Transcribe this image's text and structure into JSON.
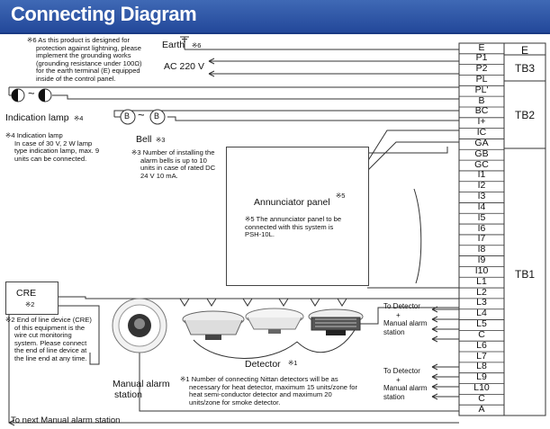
{
  "title": "Connecting Diagram",
  "notes": {
    "note6": [
      "※6  As this product is designed for",
      "protection against lightning, please",
      "implement the grounding works",
      "(grounding resistance under 100Ω)",
      "for the earth terminal (E) equipped",
      "inside of the control panel."
    ],
    "note4": [
      "※4  Indication lamp",
      "In case of 30 V, 2 W lamp",
      "type indication lamp, max. 9",
      "units can be connected."
    ],
    "note3": [
      "※3  Number of installing the",
      "alarm bells is up to 10",
      "units in case of rated DC",
      "24 V 10 mA."
    ],
    "note5": [
      "※5  The annunciator panel to be",
      "connected with this system is",
      "PSH-10L."
    ],
    "note2": [
      "※2  End of line device (CRE)",
      "of this equipment is the",
      "wire cut monitoring",
      "system. Please connect",
      "the end of line device at",
      "the line end at any time."
    ],
    "note1": [
      "※1  Number of connecting Nittan detectors will be as",
      "necessary for heat detector, maximum 15 units/zone for",
      "heat semi-conductor detector and maximum 20",
      "units/zone for smoke detector."
    ]
  },
  "labels": {
    "earth": "Earth",
    "earth_mark": "※6",
    "ac": "AC 220 V",
    "lamp": "Indication lamp",
    "lamp_mark": "※4",
    "bell": "Bell",
    "bell_mark": "※3",
    "annunciator": "Annunciator panel",
    "annunciator_mark": "※5",
    "cre": "CRE",
    "cre_mark": "※2",
    "manual_1": "Manual alarm",
    "manual_2": "station",
    "detector": "Detector",
    "detector_mark": "※1",
    "next_station": "To next Manual alarm station",
    "to_detector_a": [
      "To Detector",
      "+",
      "Manual alarm",
      "station"
    ],
    "to_detector_b": [
      "To Detector",
      "+",
      "Manual alarm",
      "station"
    ],
    "lamp_symbol": "~",
    "bell_b1": "B",
    "bell_b2": "B",
    "bell_symbol": "~"
  },
  "terminals": [
    "E",
    "P1",
    "P2",
    "PL",
    "PL'",
    "B",
    "BC",
    "I+",
    "IC",
    "GA",
    "GB",
    "GC",
    "I1",
    "I2",
    "I3",
    "I4",
    "I5",
    "I6",
    "I7",
    "I8",
    "I9",
    "I10",
    "L1",
    "L2",
    "L3",
    "L4",
    "L5",
    "C",
    "L6",
    "L7",
    "L8",
    "L9",
    "L10",
    "C",
    "A"
  ],
  "groups": [
    "E",
    "TB3",
    "TB2",
    "TB1"
  ]
}
